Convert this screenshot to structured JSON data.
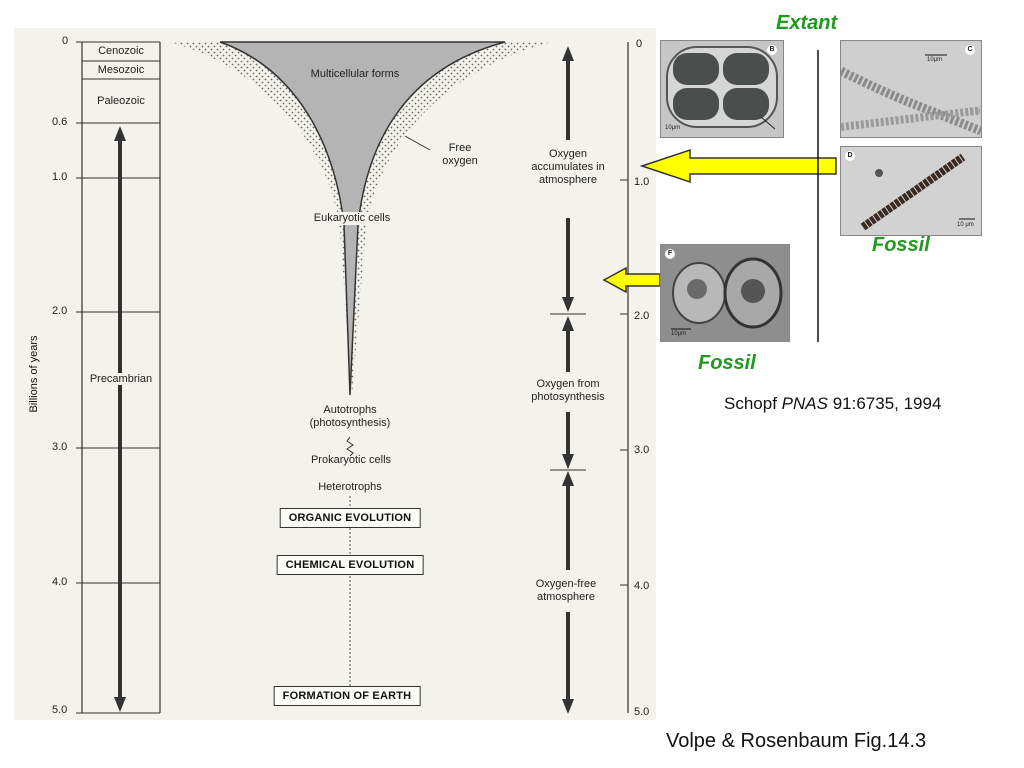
{
  "figure": {
    "y_axis_label": "Billions of years",
    "left_ticks": [
      {
        "value": "0",
        "y": 0
      },
      {
        "value": "0.6",
        "y": 0.6
      },
      {
        "value": "1.0",
        "y": 1.0
      },
      {
        "value": "2.0",
        "y": 2.0
      },
      {
        "value": "3.0",
        "y": 3.0
      },
      {
        "value": "4.0",
        "y": 4.0
      },
      {
        "value": "5.0",
        "y": 5.0
      }
    ],
    "right_ticks": [
      {
        "value": "0",
        "y": 0
      },
      {
        "value": "1.0",
        "y": 1.0
      },
      {
        "value": "2.0",
        "y": 2.0
      },
      {
        "value": "3.0",
        "y": 3.0
      },
      {
        "value": "4.0",
        "y": 4.0
      },
      {
        "value": "5.0",
        "y": 5.0
      }
    ],
    "eras": {
      "cenozoic": "Cenozoic",
      "mesozoic": "Mesozoic",
      "paleozoic": "Paleozoic",
      "precambrian": "Precambrian"
    },
    "labels": {
      "multicellular": "Multicellular forms",
      "free_oxygen": "Free oxygen",
      "eukaryotic": "Eukaryotic cells",
      "autotrophs": "Autotrophs (photosynthesis)",
      "prokaryotic": "Prokaryotic cells",
      "heterotrophs": "Heterotrophs",
      "oxygen_accumulates": "Oxygen accumulates in atmosphere",
      "oxygen_photosynthesis": "Oxygen from photosynthesis",
      "oxygen_free": "Oxygen-free atmosphere"
    },
    "boxes": {
      "organic": "ORGANIC EVOLUTION",
      "chemical": "CHEMICAL EVOLUTION",
      "formation": "FORMATION OF EARTH"
    }
  },
  "photos": {
    "extant_label": "Extant",
    "fossil_label_top": "Fossil",
    "fossil_label_bottom": "Fossil",
    "panels": {
      "b": {
        "letter": "B",
        "scale": "10μm"
      },
      "c": {
        "letter": "C",
        "scale": "10μm"
      },
      "d": {
        "letter": "D",
        "scale": "10 μm"
      },
      "f": {
        "letter": "F",
        "scale": "10μm"
      }
    }
  },
  "citations": {
    "schopf_author": "Schopf",
    "schopf_journal": "PNAS",
    "schopf_ref": "91:6735, 1994",
    "volpe": "Volpe & Rosenbaum Fig.14.3"
  },
  "colors": {
    "green": "#1f9a1f",
    "arrow_yellow": "#ffff00",
    "stipple": "#c8c8c8"
  }
}
